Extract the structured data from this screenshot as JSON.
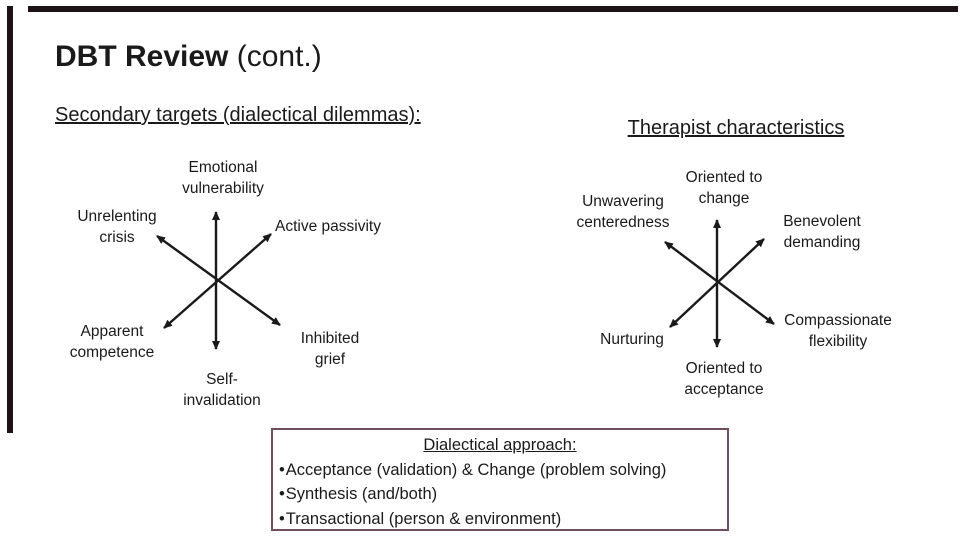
{
  "colors": {
    "background": "#ffffff",
    "text": "#1a1a1a",
    "frame_border": "#1e1216",
    "box_border": "#6f4e5f",
    "arrow": "#1a1a1a"
  },
  "title": {
    "main": "DBT Review",
    "suffix": " (cont.)"
  },
  "left_diagram": {
    "heading": "Secondary targets (dialectical dilemmas):",
    "labels": {
      "top": "Emotional\nvulnerability",
      "upper_left": "Unrelenting\ncrisis",
      "upper_right": "Active passivity",
      "lower_left": "Apparent\ncompetence",
      "lower_right": "Inhibited\ngrief",
      "bottom": "Self-\ninvalidation"
    }
  },
  "right_diagram": {
    "heading": "Therapist characteristics",
    "labels": {
      "top": "Oriented to\nchange",
      "upper_left": "Unwavering\ncenteredness",
      "upper_right": "Benevolent\ndemanding",
      "lower_left": "Nurturing",
      "lower_right": "Compassionate\nflexibility",
      "bottom": "Oriented to\nacceptance"
    }
  },
  "box": {
    "heading": "Dialectical approach:",
    "bullet_char": "•",
    "bullets": [
      "Acceptance (validation) & Change (problem solving)",
      "Synthesis (and/both)",
      "Transactional (person & environment)"
    ]
  }
}
